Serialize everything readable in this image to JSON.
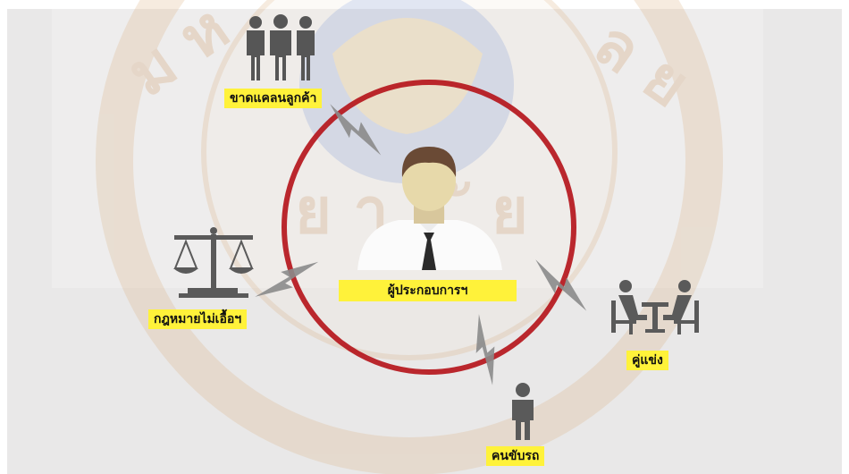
{
  "colors": {
    "background": "#e9e8e8",
    "ring": "#b5161c",
    "icon": "#565656",
    "label_bg": "#fff23a",
    "watermark": "#d8a870"
  },
  "nodes": {
    "center": {
      "label": "ผู้ประกอบการฯ",
      "icon": "businessman-icon"
    },
    "customers": {
      "label": "ขาดแคลนลูกค้า",
      "icon": "people-group-icon"
    },
    "law": {
      "label": "กฎหมายไม่เอื้อฯ",
      "icon": "scales-of-justice-icon"
    },
    "competitors": {
      "label": "คู่แข่ง",
      "icon": "meeting-table-icon"
    },
    "driver": {
      "label": "คนขับรถ",
      "icon": "person-icon"
    }
  },
  "connectors": [
    "lightning-bolt-icon",
    "lightning-bolt-icon",
    "lightning-bolt-icon",
    "lightning-bolt-icon"
  ]
}
